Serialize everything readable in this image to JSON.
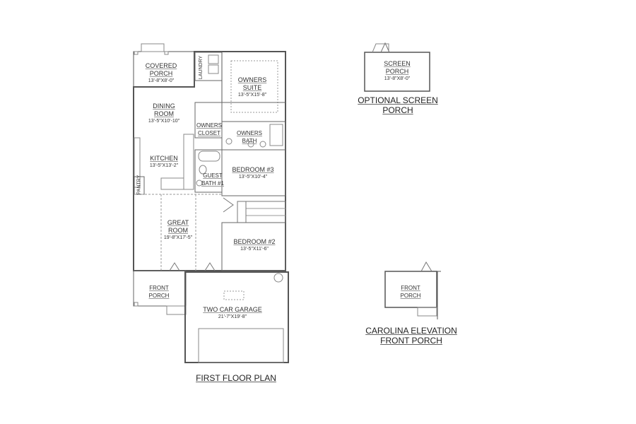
{
  "plan": {
    "title": "FIRST FLOOR PLAN",
    "rooms": [
      {
        "name": "COVERED PORCH",
        "lines": [
          "COVERED",
          "PORCH"
        ],
        "dim": "13'-8\"X8'-0\""
      },
      {
        "name": "LAUNDRY",
        "lines": [
          "LAUNDRY"
        ],
        "dim": ""
      },
      {
        "name": "OWNERS SUITE",
        "lines": [
          "OWNERS",
          "SUITE"
        ],
        "dim": "13'-5\"X15'-8\""
      },
      {
        "name": "DINING ROOM",
        "lines": [
          "DINING",
          "ROOM"
        ],
        "dim": "13'-5\"X10'-10\""
      },
      {
        "name": "OWNERS CLOSET",
        "lines": [
          "OWNERS",
          "CLOSET"
        ],
        "dim": ""
      },
      {
        "name": "OWNERS BATH",
        "lines": [
          "OWNERS",
          "BATH"
        ],
        "dim": ""
      },
      {
        "name": "KITCHEN",
        "lines": [
          "KITCHEN"
        ],
        "dim": "13'-5\"X13'-2\""
      },
      {
        "name": "GUEST BATH #1",
        "lines": [
          "GUEST",
          "BATH #1"
        ],
        "dim": ""
      },
      {
        "name": "BEDROOM #3",
        "lines": [
          "BEDROOM #3"
        ],
        "dim": "13'-5\"X10'-4\""
      },
      {
        "name": "PANTRY",
        "lines": [
          "PANTRY"
        ],
        "dim": ""
      },
      {
        "name": "GREAT ROOM",
        "lines": [
          "GREAT",
          "ROOM"
        ],
        "dim": "19'-8\"X17'-5\""
      },
      {
        "name": "BEDROOM #2",
        "lines": [
          "BEDROOM #2"
        ],
        "dim": "13'-5\"X11'-6\""
      },
      {
        "name": "FRONT PORCH",
        "lines": [
          "FRONT",
          "PORCH"
        ],
        "dim": ""
      },
      {
        "name": "TWO CAR GARAGE",
        "lines": [
          "TWO CAR GARAGE"
        ],
        "dim": "21'-7\"X19'-8\""
      }
    ]
  },
  "optional_screen_porch": {
    "title_lines": [
      "OPTIONAL SCREEN",
      "PORCH"
    ],
    "room": {
      "lines": [
        "SCREEN",
        "PORCH"
      ],
      "dim": "13'-8\"X8'-0\""
    }
  },
  "carolina_elevation": {
    "title_lines": [
      "CAROLINA ELEVATION",
      "FRONT PORCH"
    ],
    "room": {
      "lines": [
        "FRONT",
        "PORCH"
      ],
      "dim": ""
    }
  },
  "colors": {
    "wall": "#555555",
    "fixture": "#888888",
    "text": "#333333"
  }
}
